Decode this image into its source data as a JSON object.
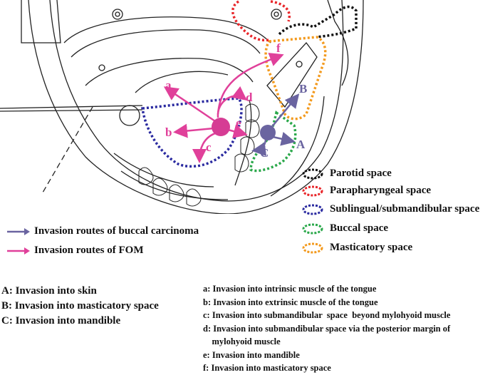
{
  "diagram": {
    "colors": {
      "fom": "#e0409a",
      "buccal_carcinoma": "#6a64a0",
      "parotid": "#111111",
      "parapharyngeal": "#e8262a",
      "sublingual": "#2a2aa0",
      "buccal": "#2aa84a",
      "masticatory": "#f39a1e"
    },
    "fom_labels": [
      "a",
      "b",
      "c",
      "d",
      "e",
      "f"
    ],
    "buccal_labels": [
      "A",
      "B",
      "C"
    ]
  },
  "space_legend": [
    {
      "label": "Parotid space",
      "color": "#111111"
    },
    {
      "label": "Parapharyngeal space",
      "color": "#e8262a"
    },
    {
      "label": "Sublingual/submandibular space",
      "color": "#2a2aa0"
    },
    {
      "label": "Buccal space",
      "color": "#2aa84a"
    },
    {
      "label": "Masticatory space",
      "color": "#f39a1e"
    }
  ],
  "route_legend": [
    {
      "label": "Invasion routes of buccal carcinoma",
      "color": "#6a64a0"
    },
    {
      "label": "Invasion routes of FOM",
      "color": "#e0409a"
    }
  ],
  "buccal_routes": [
    "A: Invasion into skin",
    "B: Invasion into masticatory space",
    "C: Invasion into mandible"
  ],
  "fom_routes": [
    "a: Invasion into intrinsic muscle of the tongue",
    "b: Invasion into extrinsic muscle of the tongue",
    "c: Invasion into submandibular  space  beyond mylohyoid muscle",
    "d: Invasion into submandibular space via the posterior margin of",
    "    mylohyoid muscle",
    "e: Invasion into mandible",
    "f: Invasion into masticatory space"
  ]
}
